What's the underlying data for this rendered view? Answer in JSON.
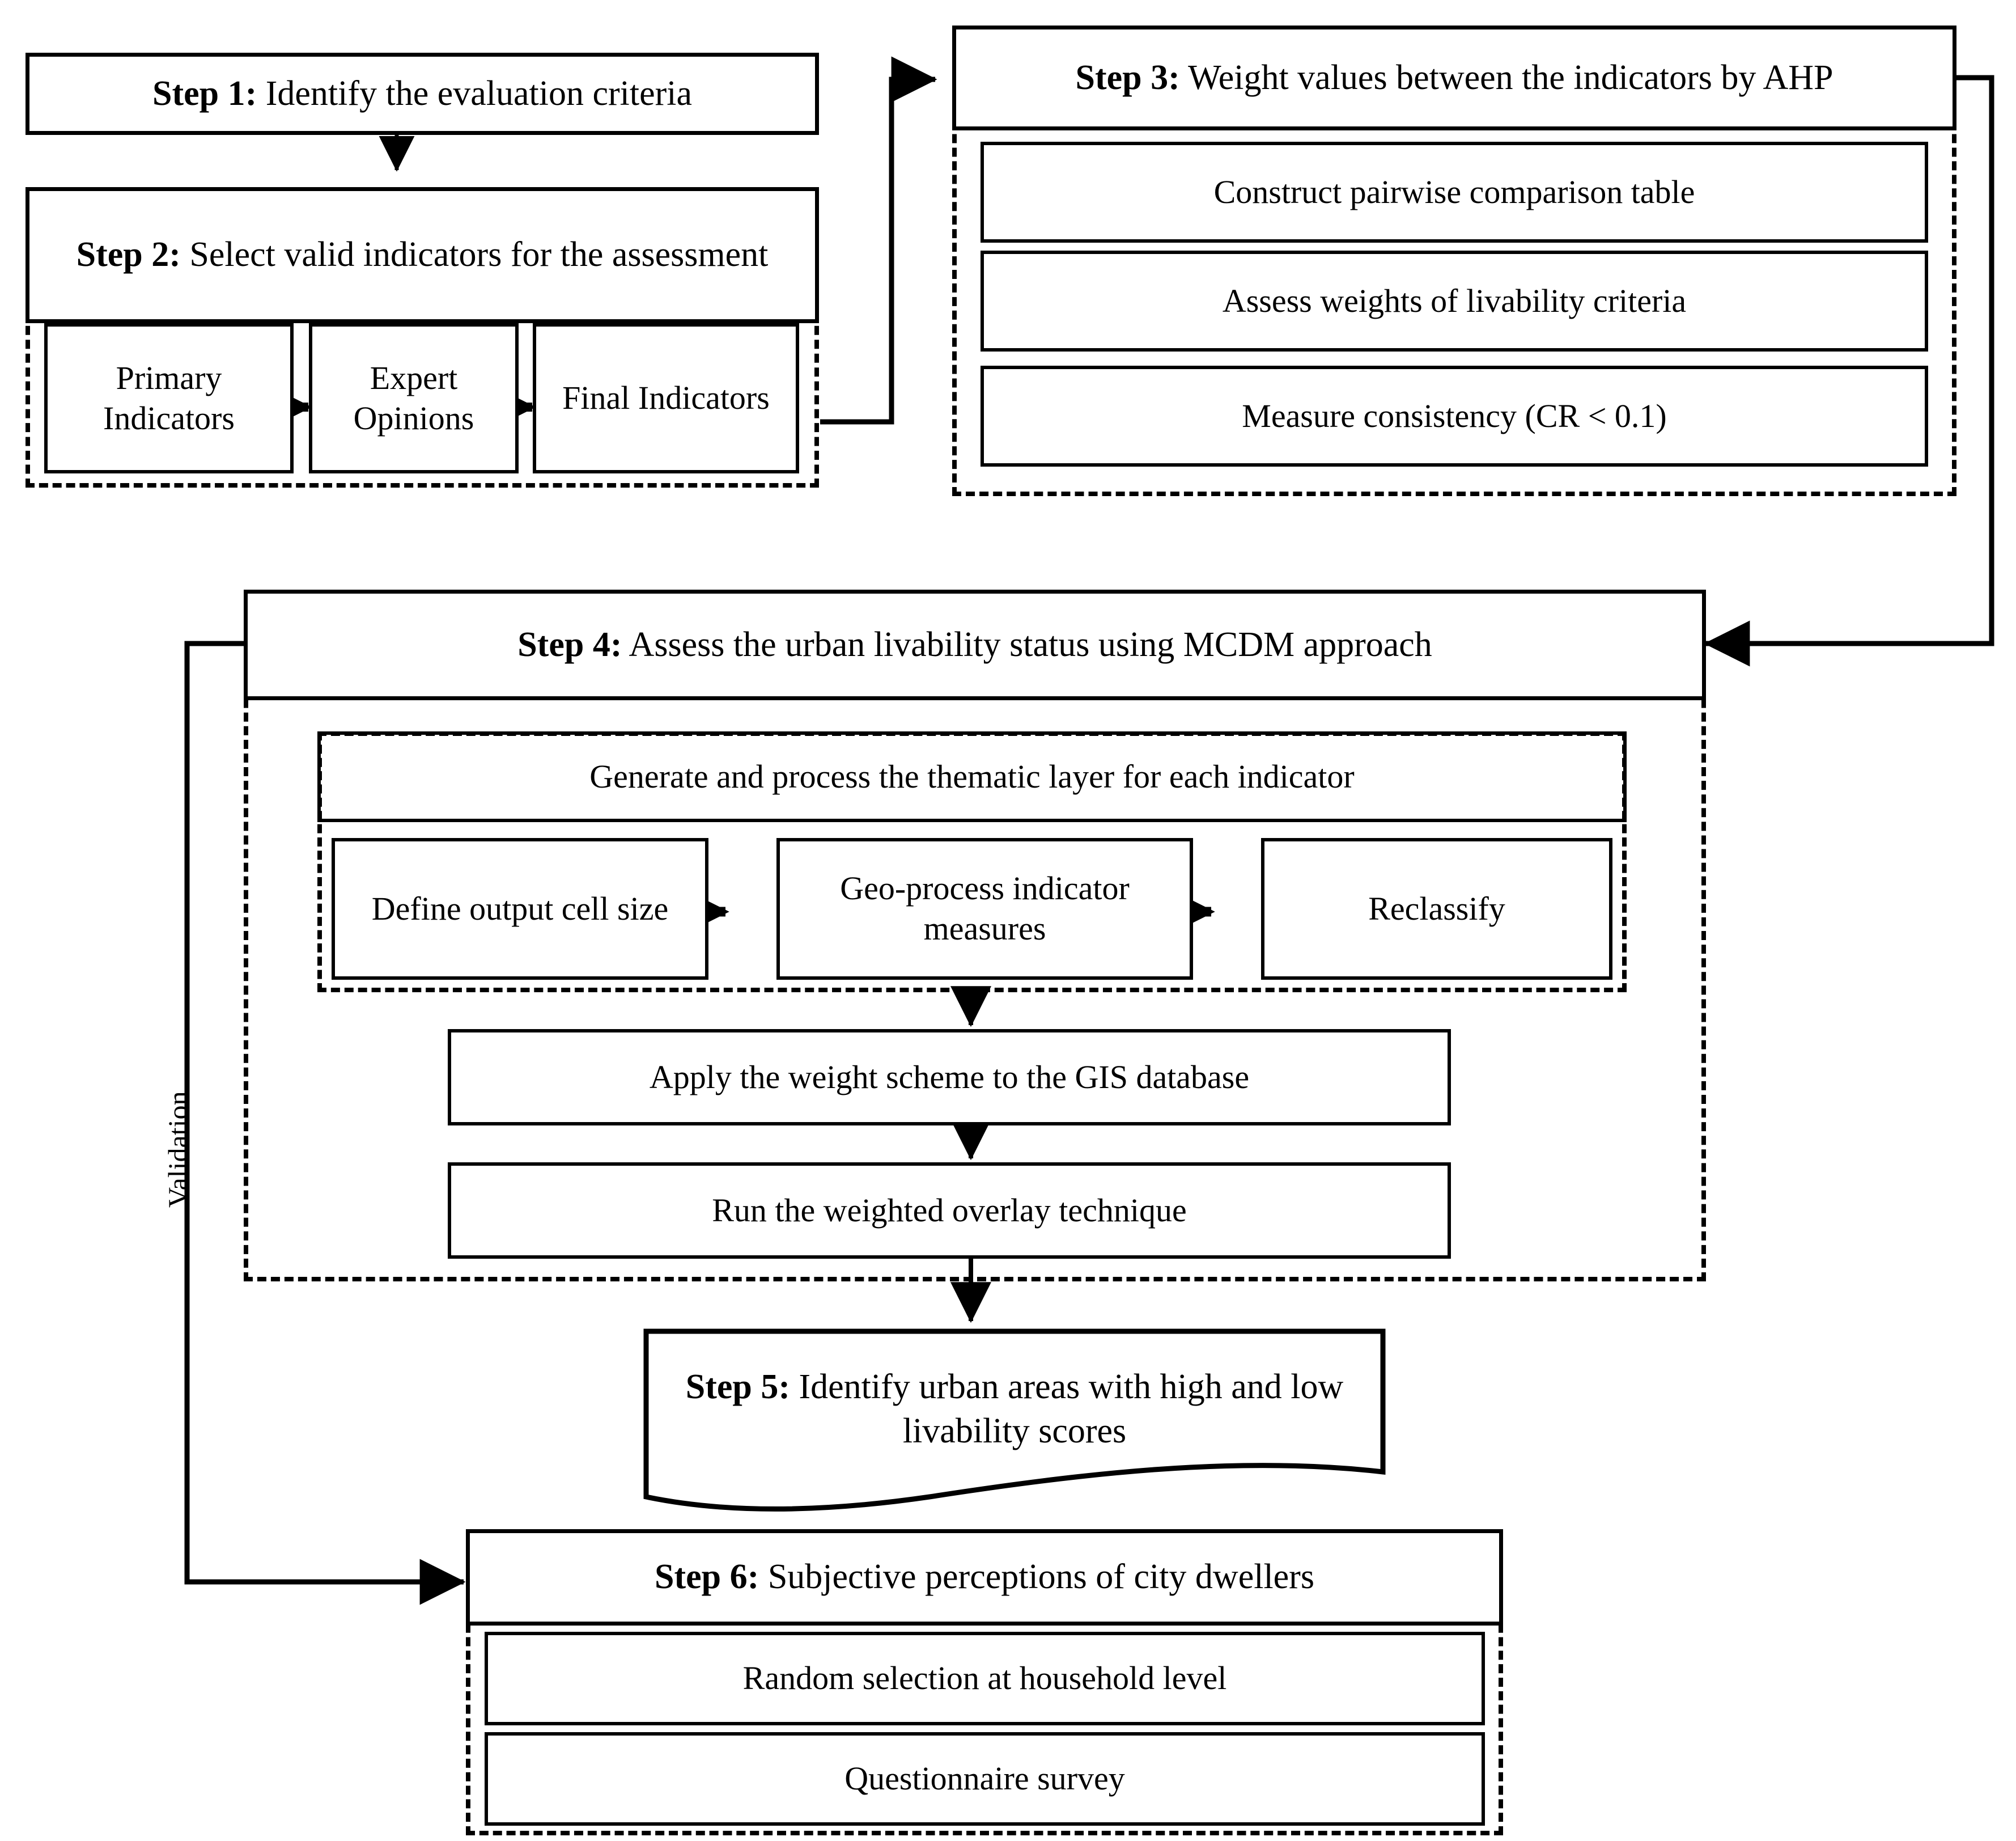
{
  "diagram": {
    "title_absent": "",
    "validation_label": "Validation",
    "steps": [
      {
        "id": "step1",
        "prefix": "Step 1:",
        "text": " Identify the evaluation criteria"
      },
      {
        "id": "step2",
        "prefix": "Step 2:",
        "text": " Select valid indicators for the assessment",
        "children": [
          {
            "label": "Primary Indicators"
          },
          {
            "label": "Expert Opinions"
          },
          {
            "label": "Final Indicators"
          }
        ]
      },
      {
        "id": "step3",
        "prefix": "Step 3:",
        "text": " Weight values between the indicators by AHP",
        "children": [
          {
            "label": "Construct pairwise comparison table"
          },
          {
            "label": "Assess weights of livability criteria"
          },
          {
            "label": "Measure consistency (CR < 0.1)"
          }
        ]
      },
      {
        "id": "step4",
        "prefix": "Step 4:",
        "text": " Assess the urban livability status using MCDM approach",
        "children": [
          {
            "label": "Generate and process the thematic layer for each indicator"
          },
          {
            "label": "Define output cell size"
          },
          {
            "label": "Geo-process indicator measures"
          },
          {
            "label": "Reclassify"
          },
          {
            "label": "Apply the weight scheme to the GIS database"
          },
          {
            "label": "Run the weighted overlay technique"
          }
        ]
      },
      {
        "id": "step5",
        "prefix": "Step 5:",
        "text": " Identify urban areas with high and low livability scores"
      },
      {
        "id": "step6",
        "prefix": "Step 6:",
        "text": " Subjective perceptions of city dwellers",
        "children": [
          {
            "label": "Random selection at household level"
          },
          {
            "label": "Questionnaire survey"
          }
        ]
      }
    ],
    "colors": {
      "line": "#000000",
      "background": "#ffffff"
    }
  }
}
